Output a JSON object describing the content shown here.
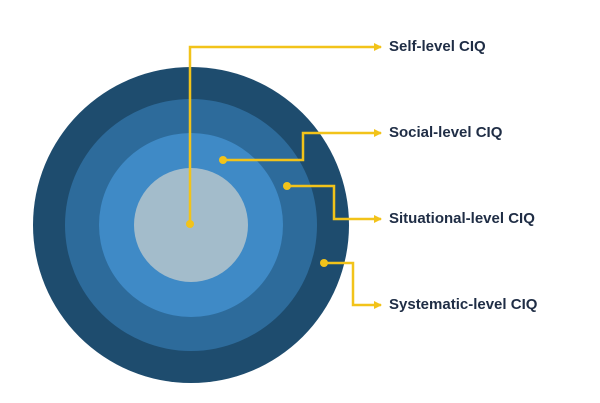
{
  "diagram": {
    "levels": [
      {
        "label": "Self-level CIQ",
        "color": "#a3bccb"
      },
      {
        "label": "Social-level CIQ",
        "color": "#3f8ac6"
      },
      {
        "label": "Situational-level CIQ",
        "color": "#2d6b9b"
      },
      {
        "label": "Systematic-level CIQ",
        "color": "#1e4c6e"
      }
    ],
    "connector_color": "#f2c31a"
  }
}
